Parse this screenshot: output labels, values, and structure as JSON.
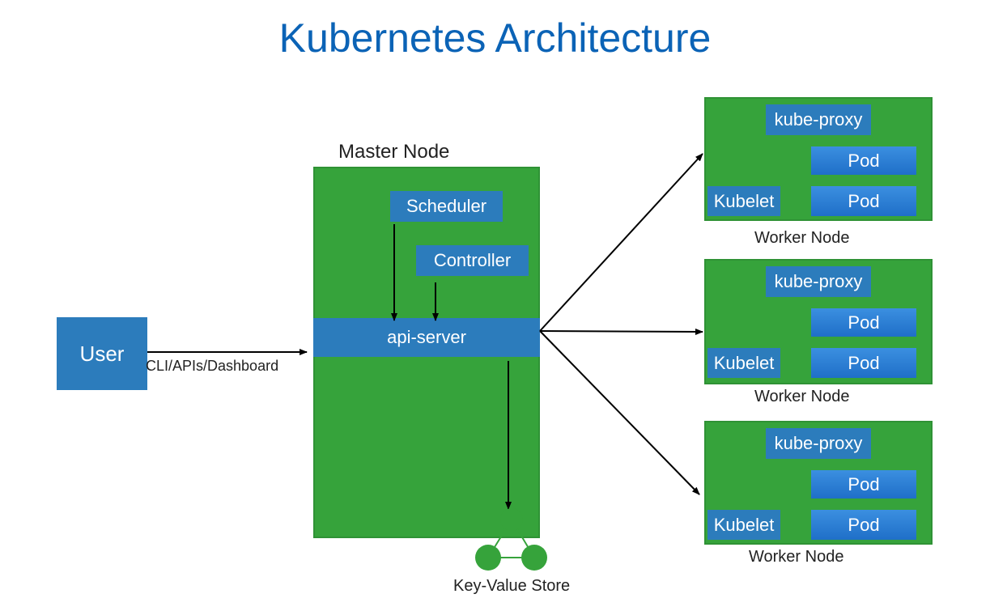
{
  "title": "Kubernetes Architecture",
  "user": {
    "label": "User",
    "link_label": "CLI/APIs/Dashboard"
  },
  "master": {
    "label": "Master Node",
    "scheduler": "Scheduler",
    "controller": "Controller",
    "api_server": "api-server"
  },
  "kv_store": {
    "label": "Key-Value Store"
  },
  "workers": [
    {
      "kube_proxy": "kube-proxy",
      "kubelet": "Kubelet",
      "pods": [
        "Pod",
        "Pod"
      ],
      "label": "Worker Node"
    },
    {
      "kube_proxy": "kube-proxy",
      "kubelet": "Kubelet",
      "pods": [
        "Pod",
        "Pod"
      ],
      "label": "Worker Node"
    },
    {
      "kube_proxy": "kube-proxy",
      "kubelet": "Kubelet",
      "pods": [
        "Pod",
        "Pod"
      ],
      "label": "Worker Node"
    }
  ],
  "colors": {
    "title": "#0b63b6",
    "node_green": "#36a33b",
    "component_blue": "#2c7cbc",
    "pod_blue": "#2f80d8"
  }
}
